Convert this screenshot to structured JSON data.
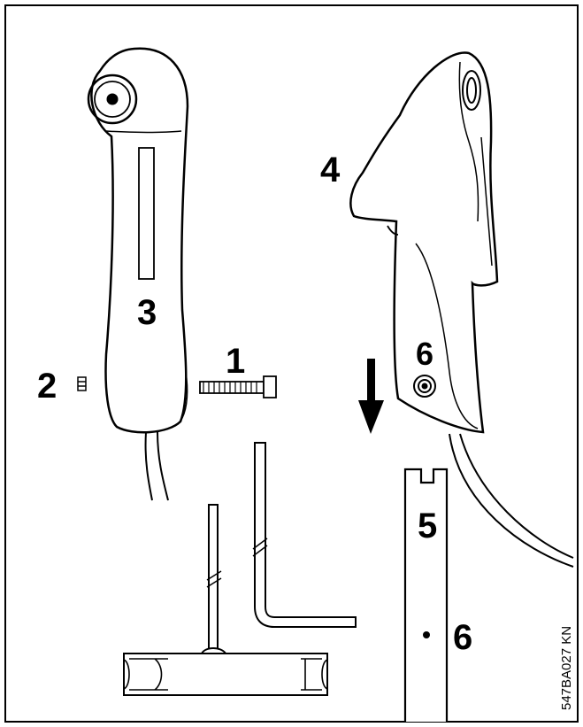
{
  "labels": {
    "screw": "1",
    "nut": "2",
    "handle_front": "3",
    "handle_side": "4",
    "gauge": "5",
    "socket_screw": "6",
    "gauge_hole": "6"
  },
  "drawing_code": "547BA027 KN"
}
